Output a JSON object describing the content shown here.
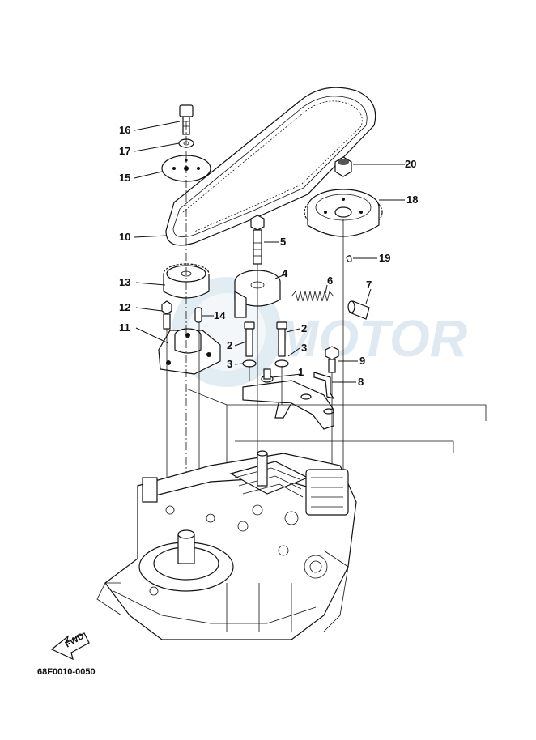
{
  "callouts": [
    {
      "id": "16",
      "text": "16"
    },
    {
      "id": "17",
      "text": "17"
    },
    {
      "id": "15",
      "text": "15"
    },
    {
      "id": "20",
      "text": "20"
    },
    {
      "id": "18",
      "text": "18"
    },
    {
      "id": "10",
      "text": "10"
    },
    {
      "id": "5",
      "text": "5"
    },
    {
      "id": "19",
      "text": "19"
    },
    {
      "id": "4",
      "text": "4"
    },
    {
      "id": "13",
      "text": "13"
    },
    {
      "id": "6",
      "text": "6"
    },
    {
      "id": "7",
      "text": "7"
    },
    {
      "id": "12",
      "text": "12"
    },
    {
      "id": "14",
      "text": "14"
    },
    {
      "id": "11",
      "text": "11"
    },
    {
      "id": "2a",
      "text": "2"
    },
    {
      "id": "2b",
      "text": "2"
    },
    {
      "id": "3a",
      "text": "3"
    },
    {
      "id": "3b",
      "text": "3"
    },
    {
      "id": "9",
      "text": "9"
    },
    {
      "id": "1",
      "text": "1"
    },
    {
      "id": "8",
      "text": "8"
    }
  ],
  "fwd_label": "FWD",
  "drawing_code": "68F0010-0050",
  "watermark_text": "MOTOR",
  "colors": {
    "line": "#111111",
    "watermark": "#c9dcea"
  }
}
